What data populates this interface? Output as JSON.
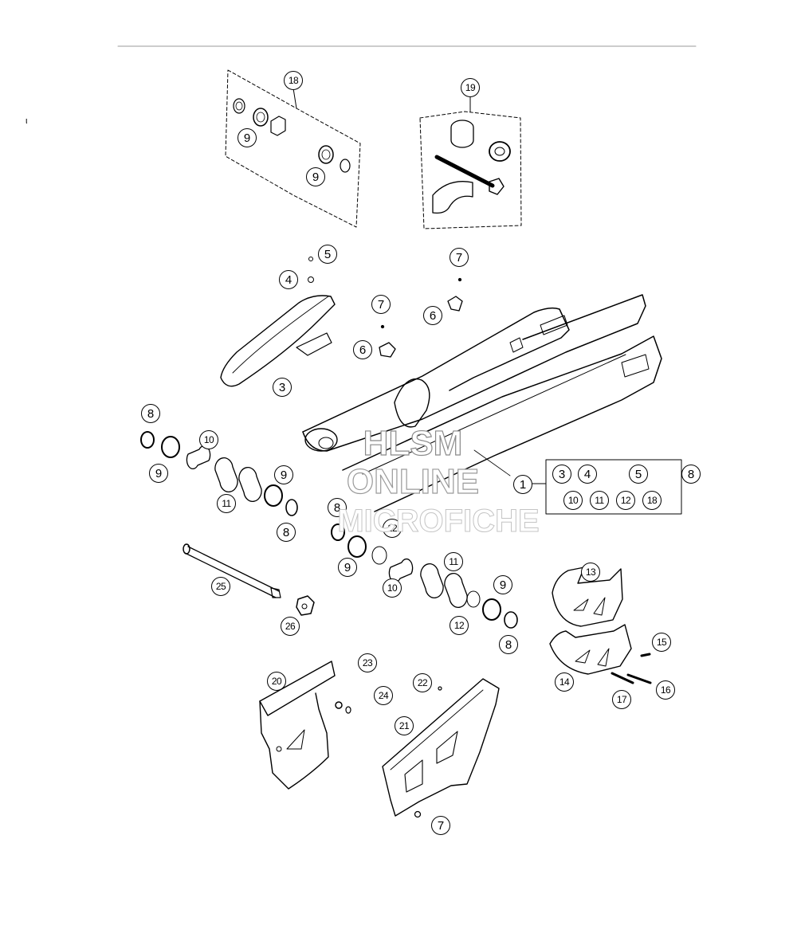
{
  "watermark": {
    "line1": "HLSM",
    "line2": "ONLINE",
    "line3": "MICROFICHE"
  },
  "stray_mark": "ι",
  "callouts": [
    {
      "id": "c-18-kit",
      "label": "18"
    },
    {
      "id": "c-9-kit-a",
      "label": "9"
    },
    {
      "id": "c-9-kit-b",
      "label": "9"
    },
    {
      "id": "c-19-kit",
      "label": "19"
    },
    {
      "id": "c-5-top",
      "label": "5"
    },
    {
      "id": "c-4-top",
      "label": "4"
    },
    {
      "id": "c-3-guide",
      "label": "3"
    },
    {
      "id": "c-7-a",
      "label": "7"
    },
    {
      "id": "c-6-a",
      "label": "6"
    },
    {
      "id": "c-7-b",
      "label": "7"
    },
    {
      "id": "c-6-b",
      "label": "6"
    },
    {
      "id": "c-8-left-top",
      "label": "8"
    },
    {
      "id": "c-9-left-top",
      "label": "9"
    },
    {
      "id": "c-10-left",
      "label": "10"
    },
    {
      "id": "c-11-left",
      "label": "11"
    },
    {
      "id": "c-9-left-mid",
      "label": "9"
    },
    {
      "id": "c-8-left-mid",
      "label": "8"
    },
    {
      "id": "c-1-swingarm",
      "label": "1"
    },
    {
      "id": "c-3-group",
      "label": "3"
    },
    {
      "id": "c-4-group",
      "label": "4"
    },
    {
      "id": "c-5-group",
      "label": "5"
    },
    {
      "id": "c-8-group",
      "label": "8"
    },
    {
      "id": "c-10-group",
      "label": "10"
    },
    {
      "id": "c-11-group",
      "label": "11"
    },
    {
      "id": "c-12-group",
      "label": "12"
    },
    {
      "id": "c-18-group",
      "label": "18"
    },
    {
      "id": "c-8-center",
      "label": "8"
    },
    {
      "id": "c-12-center",
      "label": "12"
    },
    {
      "id": "c-9-center",
      "label": "9"
    },
    {
      "id": "c-10-center",
      "label": "10"
    },
    {
      "id": "c-11-center",
      "label": "11"
    },
    {
      "id": "c-12-right",
      "label": "12"
    },
    {
      "id": "c-9-right",
      "label": "9"
    },
    {
      "id": "c-8-right",
      "label": "8"
    },
    {
      "id": "c-25-axle",
      "label": "25"
    },
    {
      "id": "c-26-nut",
      "label": "26"
    },
    {
      "id": "c-13-slider",
      "label": "13"
    },
    {
      "id": "c-14-slider",
      "label": "14"
    },
    {
      "id": "c-15-bolt",
      "label": "15"
    },
    {
      "id": "c-16-bolt",
      "label": "16"
    },
    {
      "id": "c-17-bolt",
      "label": "17"
    },
    {
      "id": "c-20-guard",
      "label": "20"
    },
    {
      "id": "c-23-nut",
      "label": "23"
    },
    {
      "id": "c-24-washer",
      "label": "24"
    },
    {
      "id": "c-22-screw",
      "label": "22"
    },
    {
      "id": "c-21-guard",
      "label": "21"
    },
    {
      "id": "c-7-bottom",
      "label": "7"
    }
  ]
}
